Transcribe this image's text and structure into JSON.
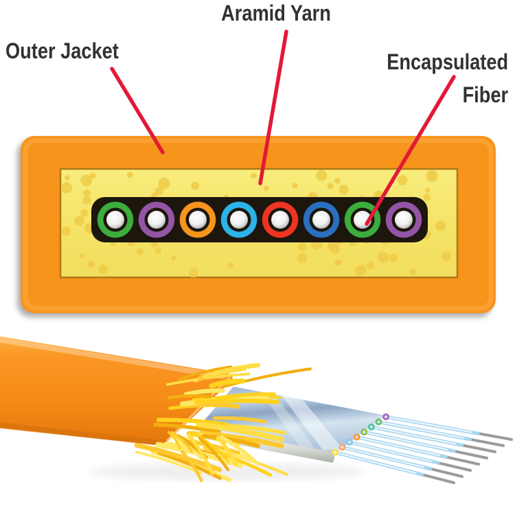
{
  "labels": {
    "outer_jacket": "Outer Jacket",
    "aramid_yarn": "Aramid Yarn",
    "encapsulated_fiber": {
      "line1": "Encapsulated",
      "line2": "Fiber"
    }
  },
  "colors": {
    "label_text": "#323232",
    "leader_line_red": "#E31937",
    "jacket_orange": "#F7941E",
    "jacket_highlight": "#FFB54E",
    "yarn_yellow": "#F5E468",
    "yarn_border": "#AD7A12",
    "yarn_speckle": "#EECB49",
    "ribbon_black": "#1B1410",
    "encapsulation_silver": "#C7D8E9",
    "bare_fiber_blue": "#A9D7F0",
    "fiber_tip_gray": "#9B9B99"
  },
  "cross_section": {
    "fiber_count": 8,
    "fiber_ring_colors": [
      "#3CAD3C",
      "#9455A5",
      "#F7941E",
      "#2FB3E8",
      "#EE3524",
      "#2B6FBF",
      "#3CAD3C",
      "#9455A5"
    ]
  },
  "cable_3d": {
    "fiber_count": 8,
    "fiber_base_colors_top_to_bottom": [
      "#A569BD",
      "#6ABF69",
      "#56C2A8",
      "#8BC34A",
      "#F79B3E",
      "#86C9EE",
      "#F9A870",
      "#FFE14D"
    ],
    "aramid_strand_yellows": [
      "#FFD21E",
      "#FFDE45",
      "#F2AE0F",
      "#FFE868",
      "#FDC931"
    ]
  }
}
